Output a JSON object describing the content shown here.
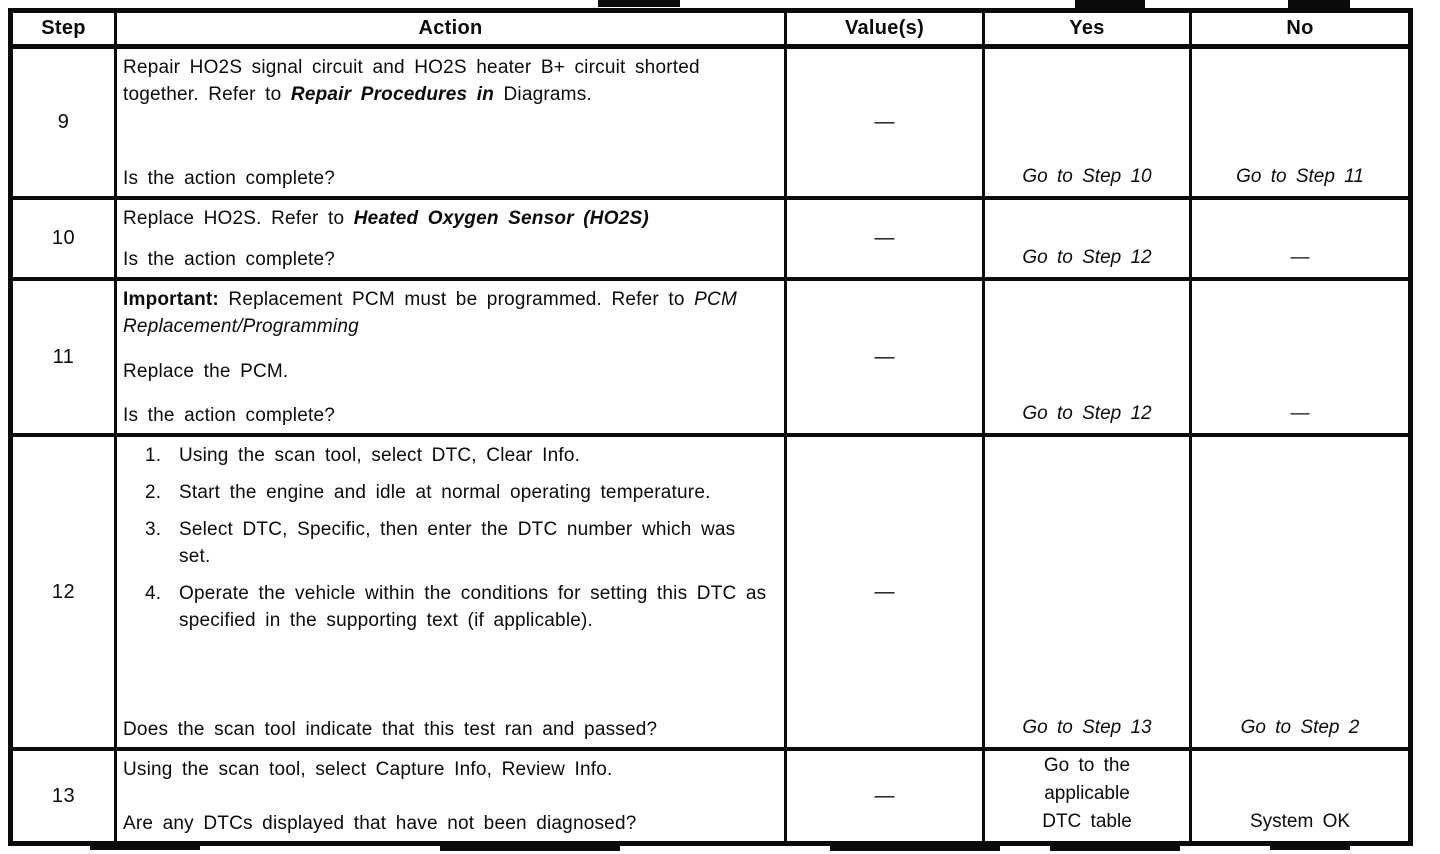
{
  "header": {
    "step": "Step",
    "action": "Action",
    "values": "Value(s)",
    "yes": "Yes",
    "no": "No"
  },
  "rows": [
    {
      "step": "9",
      "action": {
        "p1a": "Repair HO2S signal circuit and HO2S heater B+ circuit shorted together. Refer to ",
        "p1b": "Repair Procedures in",
        "p1c": " Diagrams.",
        "question": "Is the action complete?"
      },
      "value": "—",
      "yes": "Go to Step 10",
      "no": "Go to Step 11"
    },
    {
      "step": "10",
      "action": {
        "p1a": "Replace HO2S. Refer to ",
        "p1b": "Heated Oxygen Sensor (HO2S)",
        "question": "Is the action complete?"
      },
      "value": "—",
      "yes": "Go to Step 12",
      "no": "—"
    },
    {
      "step": "11",
      "action": {
        "p1a": "Important:",
        "p1b": " Replacement PCM must be programmed. Refer to ",
        "p1c": "PCM Replacement/Programming",
        "p2": "Replace the PCM.",
        "question": "Is the action complete?"
      },
      "value": "—",
      "yes": "Go to Step 12",
      "no": "—"
    },
    {
      "step": "12",
      "action": {
        "list": [
          "Using the scan tool, select DTC, Clear Info.",
          "Start the engine and idle at normal operating temperature.",
          "Select DTC, Specific, then enter the DTC number which was set.",
          "Operate the vehicle within the conditions for setting this DTC as specified in the supporting text (if applicable)."
        ],
        "list_numbers": [
          "1.",
          "2.",
          "3.",
          "4."
        ],
        "question": "Does the scan tool indicate that this test ran and passed?"
      },
      "value": "—",
      "yes": "Go to Step 13",
      "no": "Go to Step 2"
    },
    {
      "step": "13",
      "action": {
        "p1a": "Using the scan tool, select Capture Info, Review Info.",
        "question": "Are any DTCs displayed that have not been diagnosed?"
      },
      "value": "—",
      "yes": "Go to the applicable DTC table",
      "no": "System OK"
    }
  ]
}
